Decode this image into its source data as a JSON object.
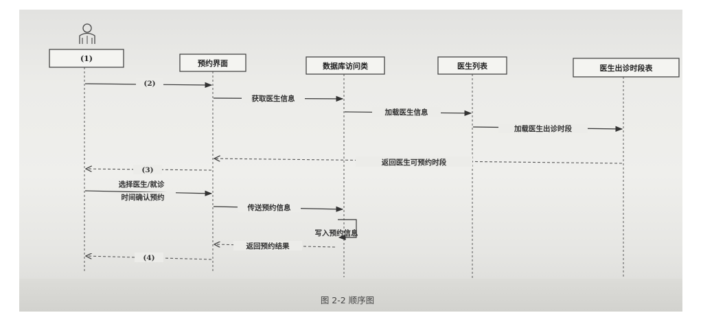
{
  "diagram": {
    "lifelines": [
      "(1)",
      "预约界面",
      "数据库访问类",
      "医生列表",
      "医生出诊时段表"
    ],
    "messages": {
      "m2": "(2)",
      "get_doctor_info": "获取医生信息",
      "load_doctor_info": "加载医生信息",
      "load_doctor_schedule": "加载医生出诊时段",
      "return_available_slots": "返回医生可预约时段",
      "m3": "(3)",
      "select_line1": "选择医生/就诊",
      "select_line2": "时间确认预约",
      "send_booking_info": "传送预约信息",
      "write_booking_info": "写入预约信息",
      "return_booking_result": "返回预约结果",
      "m4": "(4)"
    },
    "caption": "图 2-2  顺序图"
  }
}
